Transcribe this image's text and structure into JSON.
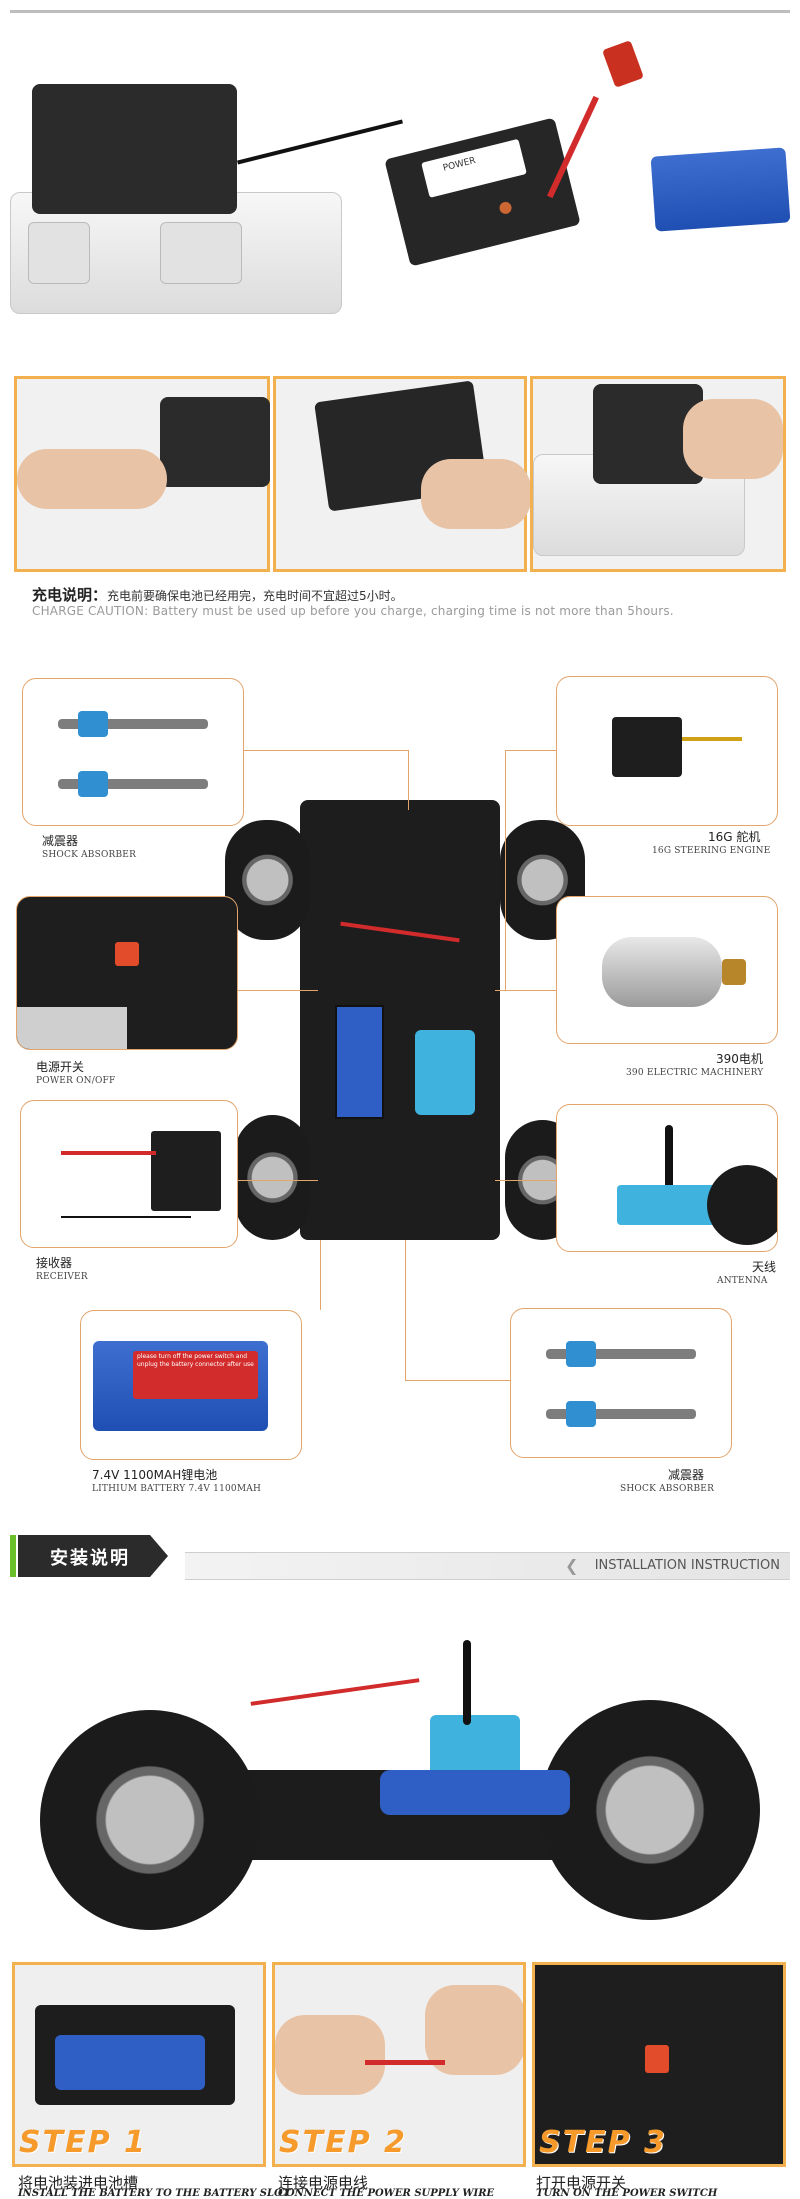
{
  "charge": {
    "caution_cn_label": "充电说明：",
    "caution_cn_text": "充电前要确保电池已经用完，充电时间不宜超过5小时。",
    "caution_en": "CHARGE CAUTION: Battery must be used up before you charge, charging time is not more than 5hours."
  },
  "charger_label": "POWER",
  "battery_print": "please turn off the power switch and unplug the battery connector after use",
  "parts": {
    "shock_top": {
      "cn": "减震器",
      "en": "SHOCK ABSORBER"
    },
    "steering": {
      "cn": "16G 舵机",
      "en": "16G STEERING ENGINE"
    },
    "power": {
      "cn": "电源开关",
      "en": "POWER ON/OFF"
    },
    "motor": {
      "cn": "390电机",
      "en": "390 ELECTRIC MACHINERY"
    },
    "receiver": {
      "cn": "接收器",
      "en": "RECEIVER"
    },
    "antenna": {
      "cn": "天线",
      "en": "ANTENNA"
    },
    "battery": {
      "cn": "7.4V  1100MAH锂电池",
      "en": "LITHIUM BATTERY 7.4V 1100MAH"
    },
    "shock_bottom": {
      "cn": "减震器",
      "en": "SHOCK ABSORBER"
    }
  },
  "installation": {
    "title_cn": "安装说明",
    "title_en": "INSTALLATION INSTRUCTION"
  },
  "steps": [
    {
      "label": "STEP 1",
      "cn": "将电池装进电池槽",
      "en": "INSTALL THE BATTERY TO THE BATTERY SLOT"
    },
    {
      "label": "STEP 2",
      "cn": "连接电源电线",
      "en": "CONNECT THE POWER SUPPLY WIRE"
    },
    {
      "label": "STEP 3",
      "cn": "打开电源开关",
      "en": "TURN ON THE POWER SWITCH"
    }
  ],
  "colors": {
    "accent_orange": "#f59a2b",
    "frame": "#f2b04f",
    "green": "#6bbf2a",
    "battery_blue": "#2f5fc4"
  }
}
